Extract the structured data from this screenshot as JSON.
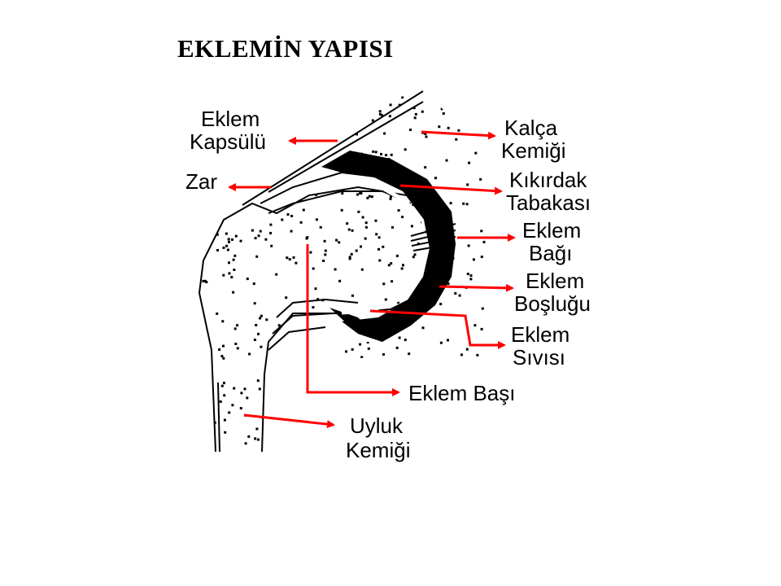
{
  "title": "EKLEMİN  YAPISI",
  "colors": {
    "arrow": "#ff0000",
    "ink": "#000000",
    "background": "#ffffff"
  },
  "labels": {
    "capsule_line1": "Eklem",
    "capsule_line2": "Kapsülü",
    "membrane": "Zar",
    "hip_line1": "Kalça",
    "hip_line2": "Kemiği",
    "cartilage_line1": "Kıkırdak",
    "cartilage_line2": "Tabakası",
    "ligament_line1": "Eklem",
    "ligament_line2": "Bağı",
    "cavity_line1": "Eklem",
    "cavity_line2": "Boşluğu",
    "fluid_line1": "Eklem",
    "fluid_line2": "Sıvısı",
    "head": "Eklem Başı",
    "femur_line1": "Uyluk",
    "femur_line2": "Kemiği"
  }
}
